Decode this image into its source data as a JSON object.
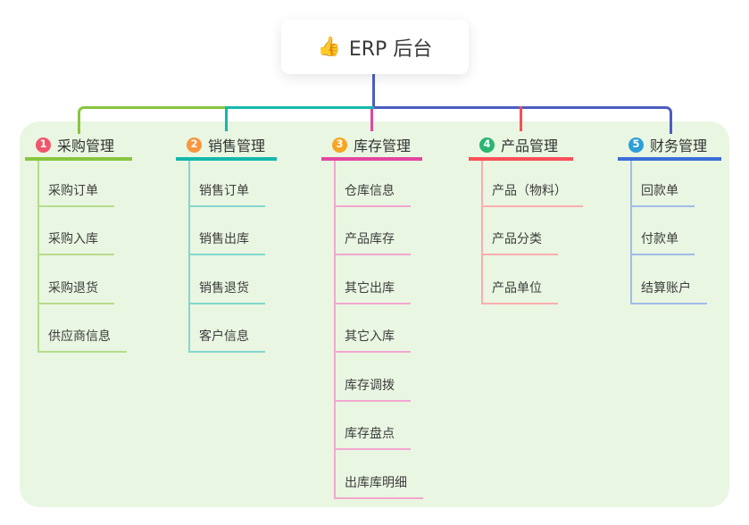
{
  "root": {
    "icon": "👍",
    "label": "ERP 后台"
  },
  "colors": {
    "root_line": "#4c5dc2",
    "panel_bg": "#e9f6e2",
    "text": "#3d3d3d"
  },
  "branches": [
    {
      "badge": "1",
      "label": "采购管理",
      "color": "#87c540",
      "light": "#b5dc8b",
      "badge_color": "#f2566b",
      "children": [
        "采购订单",
        "采购入库",
        "采购退货",
        "供应商信息"
      ]
    },
    {
      "badge": "2",
      "label": "销售管理",
      "color": "#14b8ab",
      "light": "#83d6cd",
      "badge_color": "#f9953f",
      "children": [
        "销售订单",
        "销售出库",
        "销售退货",
        "客户信息"
      ]
    },
    {
      "badge": "3",
      "label": "库存管理",
      "color": "#e2479e",
      "light": "#f3a6d0",
      "badge_color": "#f6a623",
      "children": [
        "仓库信息",
        "产品库存",
        "其它出库",
        "其它入库",
        "库存调拨",
        "库存盘点",
        "出库库明细"
      ]
    },
    {
      "badge": "4",
      "label": "产品管理",
      "color": "#fa4f58",
      "light": "#fcacb0",
      "badge_color": "#2bb573",
      "children": [
        "产品（物料）",
        "产品分类",
        "产品单位"
      ]
    },
    {
      "badge": "5",
      "label": "财务管理",
      "color": "#3a6fd8",
      "light": "#a0bce9",
      "badge_color": "#2d9fd8",
      "children": [
        "回款单",
        "付款单",
        "结算账户"
      ]
    }
  ]
}
